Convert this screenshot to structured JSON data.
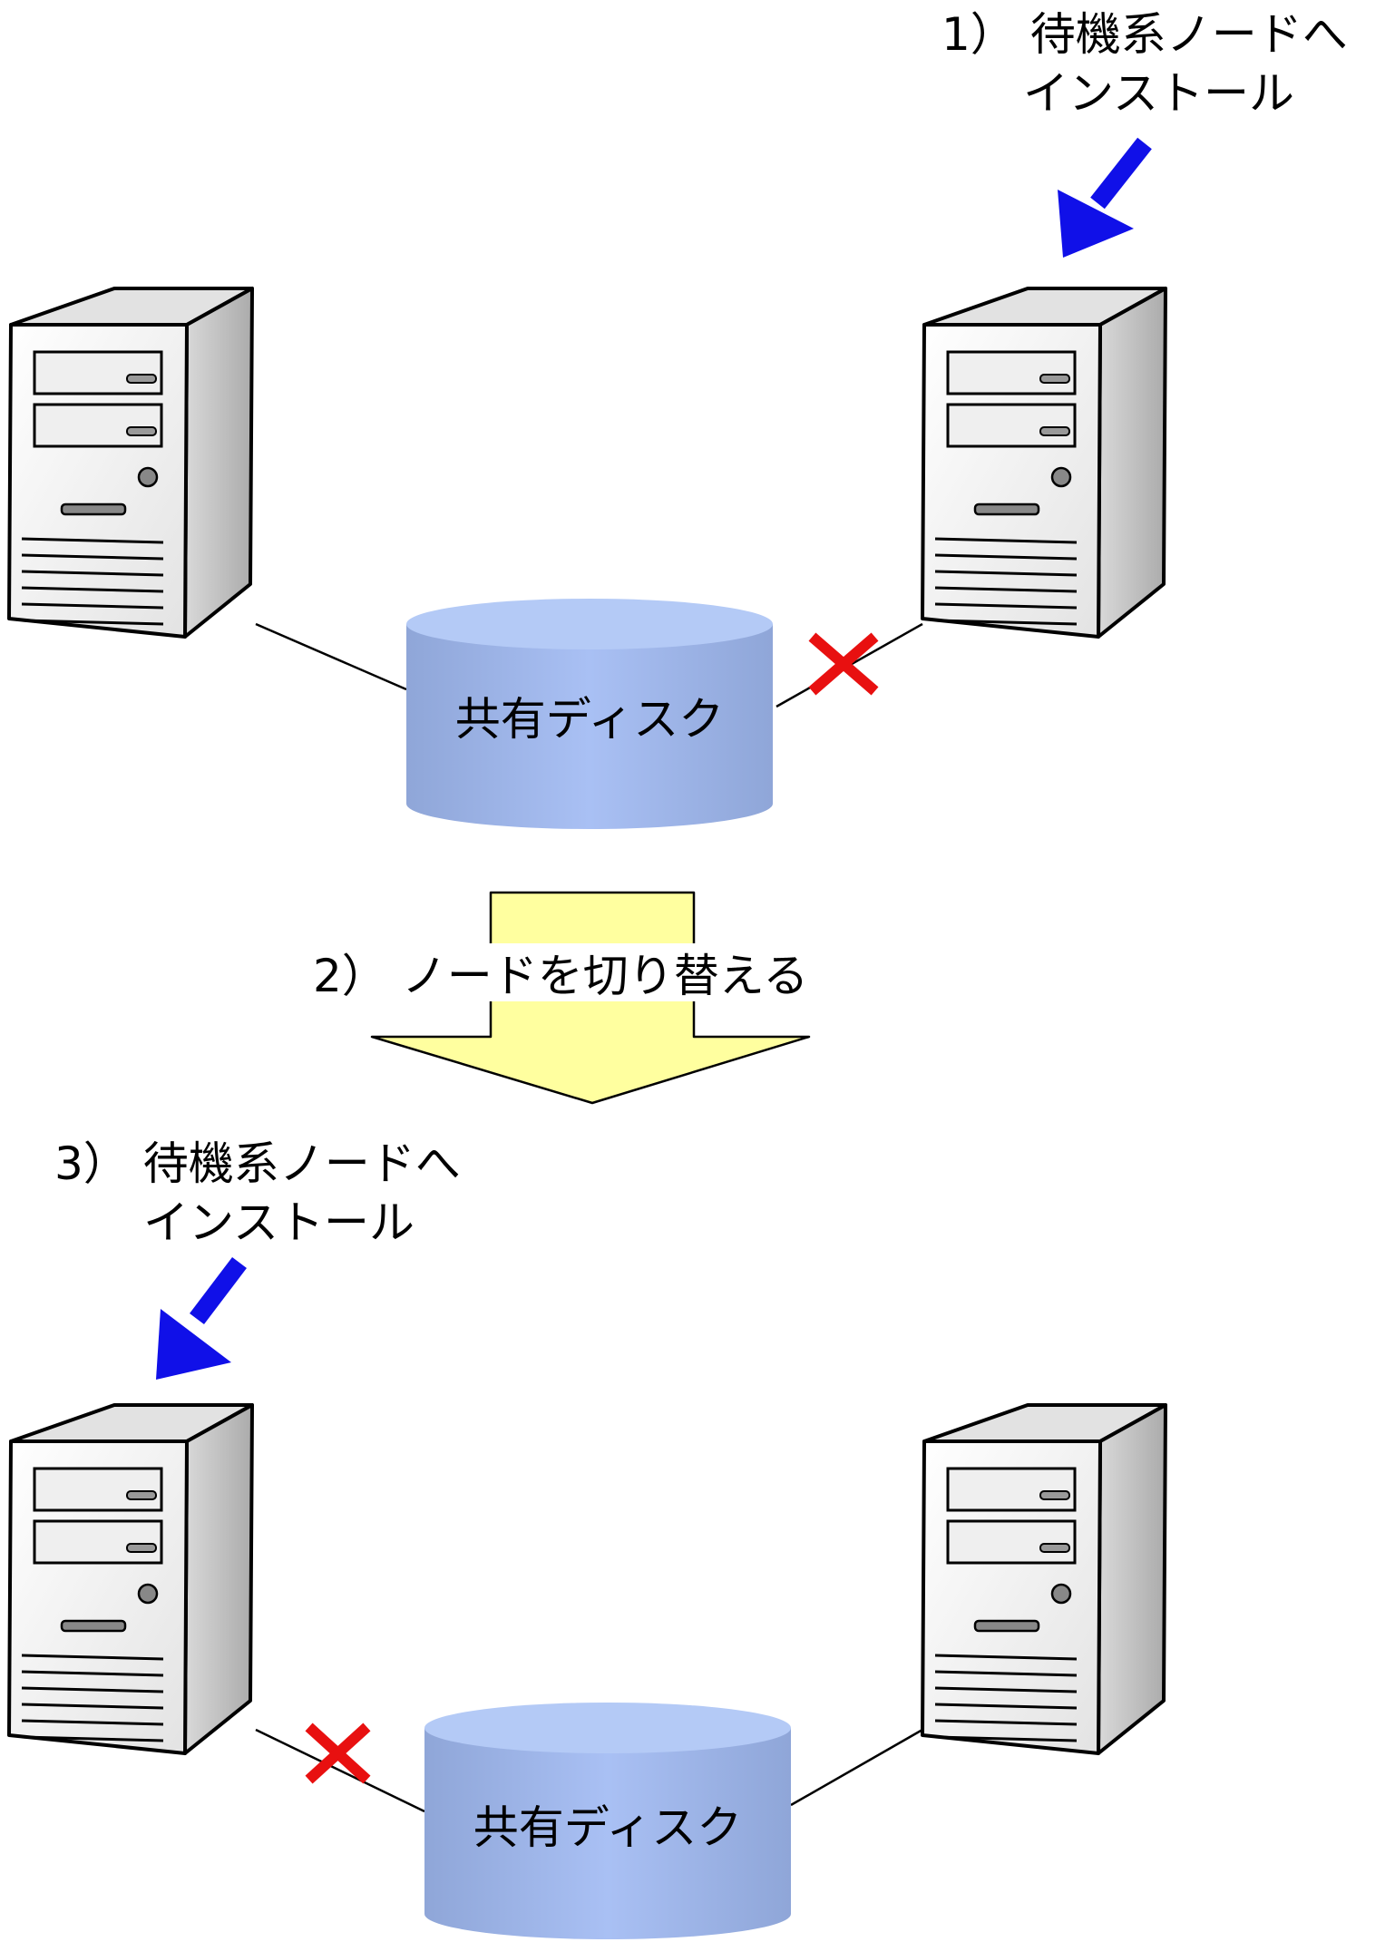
{
  "labels": {
    "step1_line1": "1） 待機系ノードへ",
    "step1_line2": "インストール",
    "step2": "2） ノードを切り替える",
    "step3_line1": "3） 待機系ノードへ",
    "step3_line2": "インストール",
    "disk_top": "共有ディスク",
    "disk_bottom": "共有ディスク"
  },
  "colors": {
    "install_arrow": "#1010e8",
    "disconnect_mark": "#e81010",
    "switch_arrow_fill": "#ffff9f",
    "disk_fill": "#99b4ea"
  },
  "icons": [
    "server-icon",
    "shared-disk-icon",
    "disconnect-icon",
    "install-arrow-icon",
    "switch-arrow-icon"
  ]
}
